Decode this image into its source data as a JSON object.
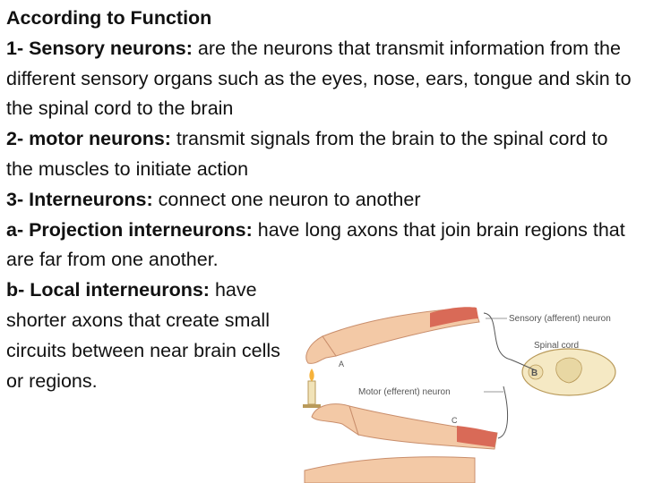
{
  "heading": "According to Function",
  "items": [
    {
      "label": "1- Sensory neurons:",
      "text": " are the neurons that transmit information from the different sensory organs such as the eyes, nose, ears, tongue and skin to the spinal cord to the brain"
    },
    {
      "label": "2- motor neurons:",
      "text": " transmit signals from the brain to the spinal cord to the muscles to initiate action"
    },
    {
      "label": "3- Interneurons:",
      "text": "  connect one neuron to another"
    },
    {
      "label": "a- Projection interneurons:",
      "text": " have long axons that join brain regions that are far from one another."
    },
    {
      "label": "b- Local interneurons:",
      "text": " have shorter axons that create small circuits between near brain cells or regions."
    }
  ],
  "figure": {
    "sensory_label": "Sensory (afferent) neuron",
    "spinal_cord_label": "Spinal cord",
    "motor_label": "Motor (efferent) neuron",
    "marker_a": "A",
    "marker_b": "B",
    "marker_c": "C",
    "colors": {
      "skin": "#f3c9a6",
      "muscle": "#d96a57",
      "spinal_cord": "#f5e9c4",
      "nerve": "#555555"
    }
  }
}
